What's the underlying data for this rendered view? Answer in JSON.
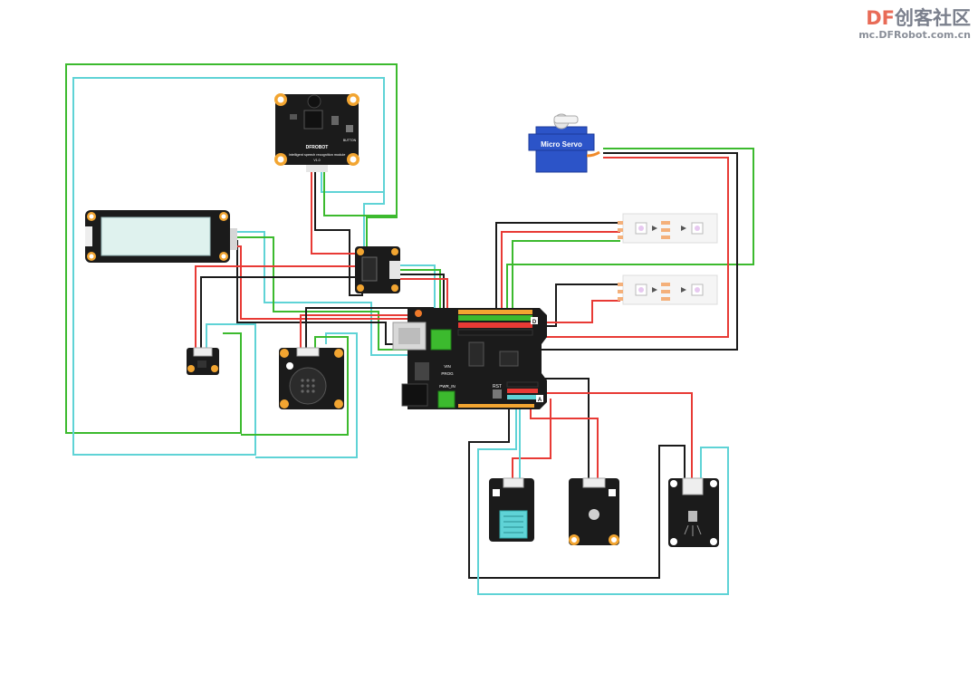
{
  "brand": {
    "logo_prefix": "DF",
    "logo_text": "创客社区",
    "site": "mc.DFRobot.com.cn"
  },
  "colors": {
    "wire_green": "#3cba2e",
    "wire_cyan": "#5fd3d6",
    "wire_red": "#e83a35",
    "wire_black": "#1a1a1a",
    "board": "#1b1b1b",
    "servo_blue": "#2c54c8",
    "lcd_screen": "#dff2ee",
    "hole_gold": "#f2a531"
  },
  "components": {
    "servo_label": "Micro Servo",
    "voice_brand": "DFROBOT",
    "voice_caption": "Intelligent speech recognition module",
    "voice_version": "V1.0",
    "voice_button": "BUTTON",
    "board_pwr": "PWR_IN",
    "board_rst": "RST",
    "board_vin": "VIN",
    "board_prog": "PROG",
    "board_d_header": "D",
    "board_a_header": "A"
  }
}
